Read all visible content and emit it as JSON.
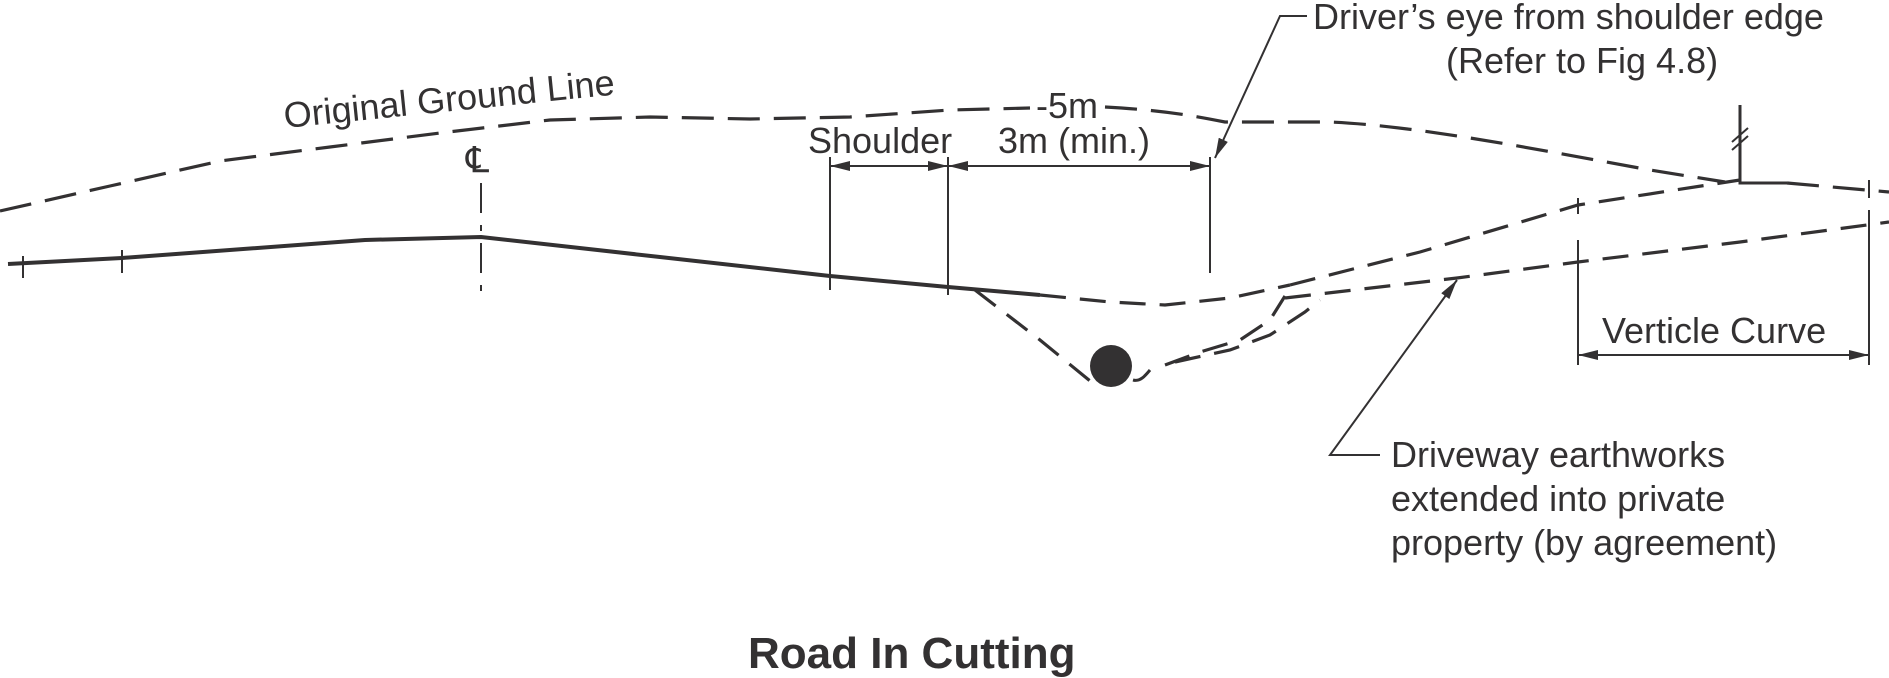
{
  "diagram": {
    "title": "Road In Cutting",
    "colors": {
      "ink": "#333132",
      "background": "#ffffff"
    },
    "labels": {
      "original_ground_line": "Original Ground Line",
      "centerline_symbol": "℄",
      "five_m": "-5m",
      "shoulder": "Shoulder",
      "three_m_min": "3m (min.)",
      "drivers_eye_line1": "Driver’s eye from shoulder edge",
      "drivers_eye_line2": "(Refer to Fig 4.8)",
      "vertical_curve": "Verticle Curve",
      "driveway_line1": "Driveway earthworks",
      "driveway_line2": "extended into private",
      "driveway_line3": "property (by agreement)"
    },
    "elements": [
      {
        "name": "original-ground-line",
        "style": "dashed"
      },
      {
        "name": "road-formation-line",
        "style": "solid"
      },
      {
        "name": "centerline",
        "style": "dash-dot"
      },
      {
        "name": "table-drain-culvert-pipe",
        "style": "filled-circle"
      },
      {
        "name": "driveway-profile",
        "style": "dashed"
      },
      {
        "name": "shoulder-dimension",
        "style": "dimension"
      },
      {
        "name": "sight-distance-dimension",
        "style": "dimension"
      },
      {
        "name": "vertical-curve-dimension",
        "style": "dimension"
      }
    ]
  }
}
